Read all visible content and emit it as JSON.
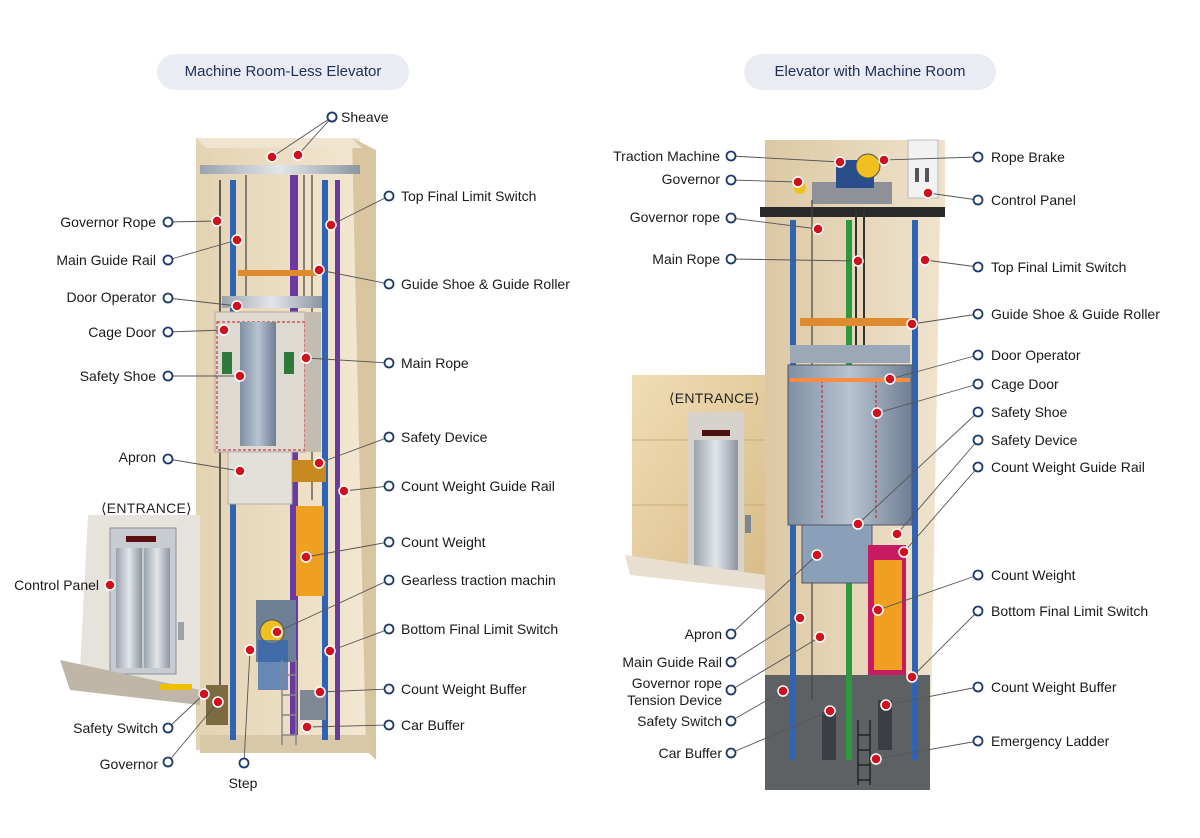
{
  "titles": {
    "left": "Machine Room-Less Elevator",
    "right": "Elevator with Machine Room"
  },
  "entrance_label": "⟨ENTRANCE⟩",
  "left_labels": [
    {
      "id": "sheave",
      "text": "Sheave"
    },
    {
      "id": "top-final-limit-switch",
      "text": "Top Final Limit Switch"
    },
    {
      "id": "governor-rope",
      "text": "Governor Rope"
    },
    {
      "id": "main-guide-rail",
      "text": "Main Guide Rail"
    },
    {
      "id": "guide-shoe-guide-roller",
      "text": "Guide Shoe & Guide Roller"
    },
    {
      "id": "door-operator",
      "text": "Door Operator"
    },
    {
      "id": "cage-door",
      "text": "Cage Door"
    },
    {
      "id": "main-rope",
      "text": "Main Rope"
    },
    {
      "id": "safety-shoe",
      "text": "Safety Shoe"
    },
    {
      "id": "safety-device",
      "text": "Safety Device"
    },
    {
      "id": "apron",
      "text": "Apron"
    },
    {
      "id": "count-weight-guide-rail",
      "text": "Count Weight Guide Rail"
    },
    {
      "id": "count-weight",
      "text": "Count Weight"
    },
    {
      "id": "control-panel",
      "text": "Control Panel"
    },
    {
      "id": "gearless-traction-machin",
      "text": "Gearless traction machin"
    },
    {
      "id": "bottom-final-limit-switch",
      "text": "Bottom Final Limit Switch"
    },
    {
      "id": "count-weight-buffer",
      "text": "Count Weight Buffer"
    },
    {
      "id": "safety-switch",
      "text": "Safety Switch"
    },
    {
      "id": "car-buffer",
      "text": "Car Buffer"
    },
    {
      "id": "governor",
      "text": "Governor"
    },
    {
      "id": "step",
      "text": "Step"
    }
  ],
  "right_labels": [
    {
      "id": "traction-machine",
      "text": "Traction Machine"
    },
    {
      "id": "rope-brake",
      "text": "Rope Brake"
    },
    {
      "id": "governor",
      "text": "Governor"
    },
    {
      "id": "control-panel",
      "text": "Control Panel"
    },
    {
      "id": "governor-rope",
      "text": "Governor rope"
    },
    {
      "id": "main-rope",
      "text": "Main Rope"
    },
    {
      "id": "top-final-limit-switch",
      "text": "Top Final Limit Switch"
    },
    {
      "id": "guide-shoe-guide-roller",
      "text": "Guide Shoe & Guide Roller"
    },
    {
      "id": "door-operator",
      "text": "Door Operator"
    },
    {
      "id": "cage-door",
      "text": "Cage Door"
    },
    {
      "id": "safety-shoe",
      "text": "Safety Shoe"
    },
    {
      "id": "safety-device",
      "text": "Safety Device"
    },
    {
      "id": "count-weight-guide-rail",
      "text": "Count Weight Guide Rail"
    },
    {
      "id": "count-weight",
      "text": "Count Weight"
    },
    {
      "id": "bottom-final-limit-switch",
      "text": "Bottom Final Limit Switch"
    },
    {
      "id": "apron",
      "text": "Apron"
    },
    {
      "id": "main-guide-rail",
      "text": "Main Guide Rail"
    },
    {
      "id": "governor-rope-tension-device",
      "text": "Governor rope\nTension Device"
    },
    {
      "id": "count-weight-buffer",
      "text": "Count Weight Buffer"
    },
    {
      "id": "safety-switch",
      "text": "Safety Switch"
    },
    {
      "id": "emergency-ladder",
      "text": "Emergency Ladder"
    },
    {
      "id": "car-buffer",
      "text": "Car Buffer"
    }
  ],
  "colors": {
    "marker_red": "#d0101c",
    "label_circle": "#1d3a6b",
    "shaft_wall": "#eadcc0",
    "rail_blue": "#2f64b4",
    "counterweight": "#f0a020",
    "purple_rail": "#6a3aa0"
  }
}
